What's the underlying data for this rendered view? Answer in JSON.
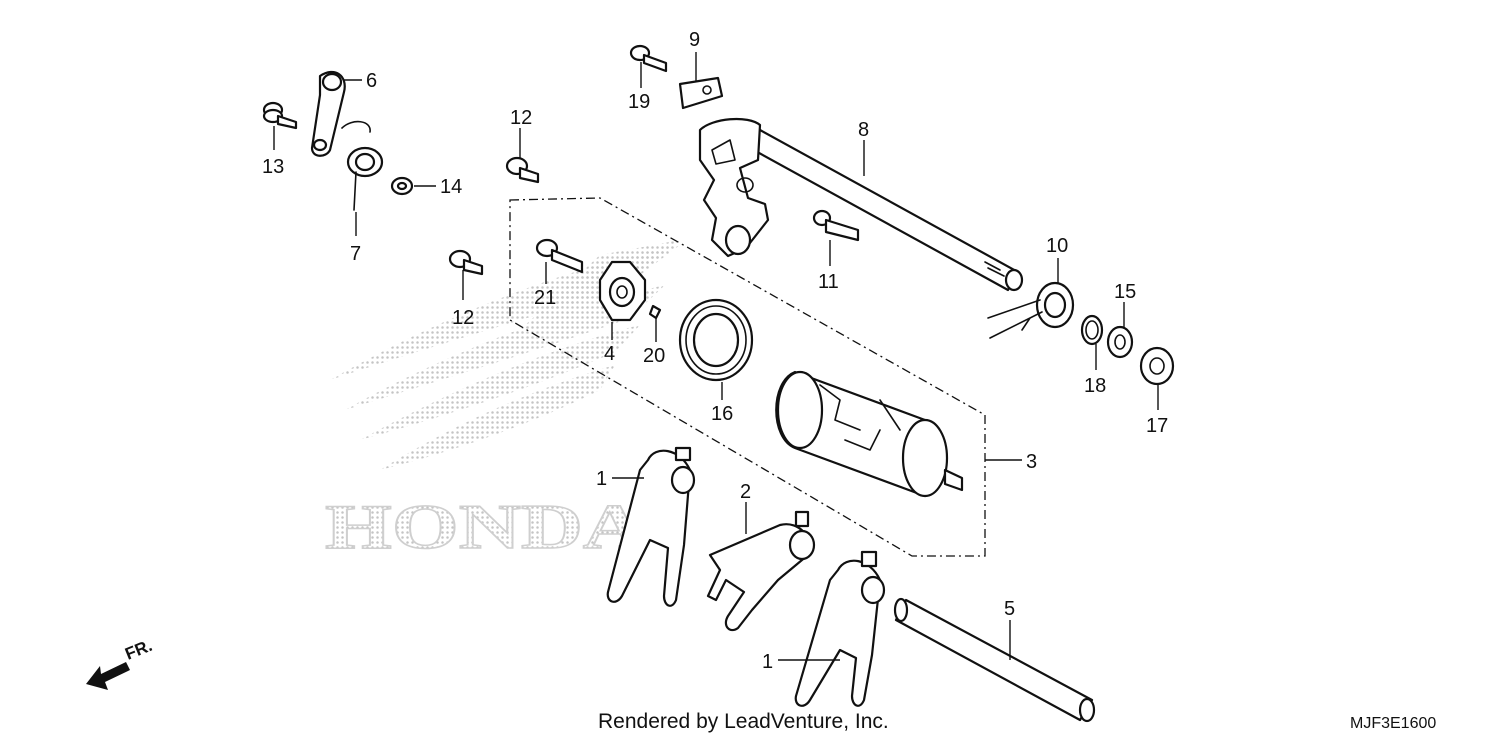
{
  "callouts": {
    "c1a": "1",
    "c1b": "1",
    "c2": "2",
    "c3": "3",
    "c4": "4",
    "c5": "5",
    "c6": "6",
    "c7": "7",
    "c8": "8",
    "c9": "9",
    "c10": "10",
    "c11": "11",
    "c12a": "12",
    "c12b": "12",
    "c13": "13",
    "c14": "14",
    "c15": "15",
    "c16": "16",
    "c17": "17",
    "c18": "18",
    "c19": "19",
    "c20": "20",
    "c21": "21"
  },
  "watermark": "HONDA",
  "front_arrow_label": "FR.",
  "credit": "Rendered by LeadVenture, Inc.",
  "diagram_code": "MJF3E1600",
  "icons": {
    "front_arrow": "front-direction-arrow-icon",
    "logo": "honda-wing-logo-icon"
  },
  "colors": {
    "line": "#111111",
    "watermark": "#c8c8c8",
    "background": "#ffffff"
  }
}
